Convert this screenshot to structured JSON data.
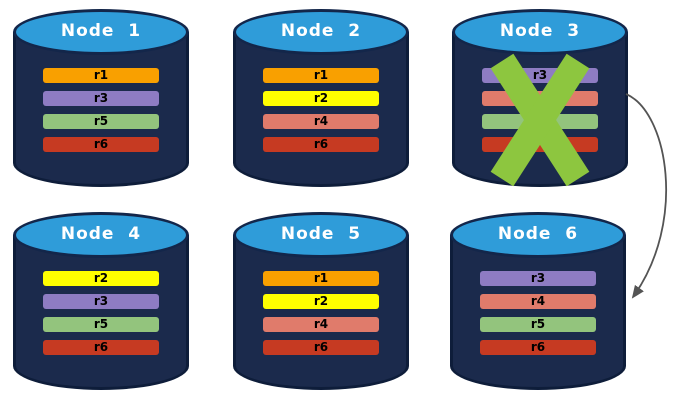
{
  "diagram": {
    "description": "Six database node cylinders in a 2x3 grid holding replica bars; Node 3 is crossed out and an arrow points from Node 3 to Node 6",
    "nodes": [
      {
        "id": "node-1",
        "title": "Node  1",
        "failed": false,
        "replicas": [
          {
            "label": "r1",
            "color": "#F9A000"
          },
          {
            "label": "r3",
            "color": "#8E7CC3"
          },
          {
            "label": "r5",
            "color": "#93C47D"
          },
          {
            "label": "r6",
            "color": "#C63A22"
          }
        ]
      },
      {
        "id": "node-2",
        "title": "Node  2",
        "failed": false,
        "replicas": [
          {
            "label": "r1",
            "color": "#F9A000"
          },
          {
            "label": "r2",
            "color": "#FFFF00"
          },
          {
            "label": "r4",
            "color": "#E07B6B"
          },
          {
            "label": "r6",
            "color": "#C63A22"
          }
        ]
      },
      {
        "id": "node-3",
        "title": "Node  3",
        "failed": true,
        "replicas": [
          {
            "label": "r3",
            "color": "#8E7CC3"
          },
          {
            "label": "",
            "color": "#E07B6B"
          },
          {
            "label": "",
            "color": "#93C47D"
          },
          {
            "label": "",
            "color": "#C63A22"
          }
        ]
      },
      {
        "id": "node-4",
        "title": "Node  4",
        "failed": false,
        "replicas": [
          {
            "label": "r2",
            "color": "#FFFF00"
          },
          {
            "label": "r3",
            "color": "#8E7CC3"
          },
          {
            "label": "r5",
            "color": "#93C47D"
          },
          {
            "label": "r6",
            "color": "#C63A22"
          }
        ]
      },
      {
        "id": "node-5",
        "title": "Node  5",
        "failed": false,
        "replicas": [
          {
            "label": "r1",
            "color": "#F9A000"
          },
          {
            "label": "r2",
            "color": "#FFFF00"
          },
          {
            "label": "r4",
            "color": "#E07B6B"
          },
          {
            "label": "r6",
            "color": "#C63A22"
          }
        ]
      },
      {
        "id": "node-6",
        "title": "Node  6",
        "failed": false,
        "replicas": [
          {
            "label": "r3",
            "color": "#8E7CC3"
          },
          {
            "label": "r4",
            "color": "#E07B6B"
          },
          {
            "label": "r5",
            "color": "#93C47D"
          },
          {
            "label": "r6",
            "color": "#C63A22"
          }
        ]
      }
    ],
    "arrow": {
      "from": "Node 3",
      "to": "Node 6",
      "color": "#545454"
    },
    "failure_mark": {
      "node": "Node 3",
      "color": "#8DC63F"
    },
    "colors": {
      "cylinder_body": "#1B2A4C",
      "cylinder_border": "#0E1D3A",
      "cylinder_top": "#2F9CD9",
      "title_text": "#FFFFFF",
      "replica_text": "#000000"
    }
  }
}
